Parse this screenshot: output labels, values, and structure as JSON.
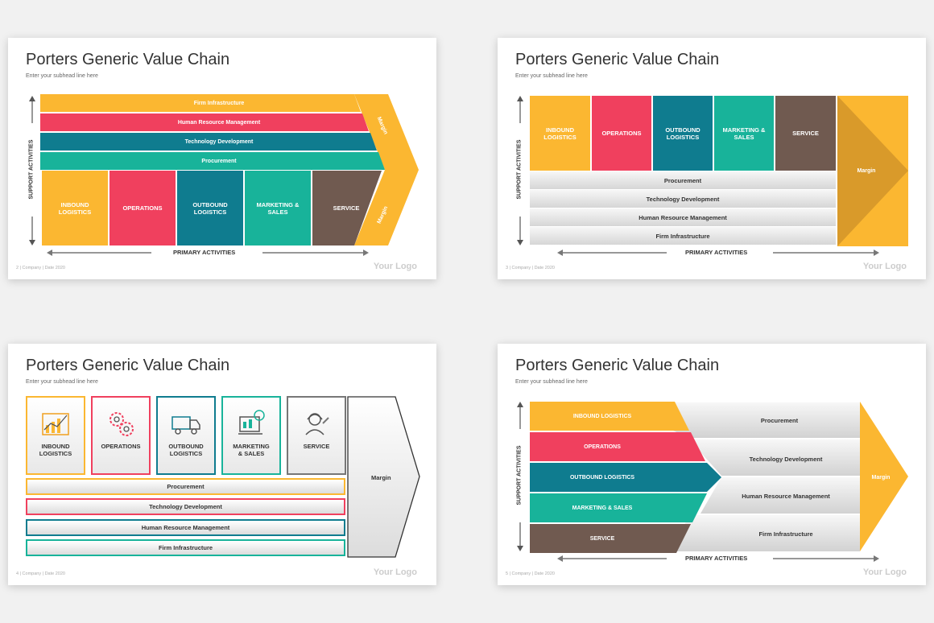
{
  "common": {
    "title": "Porters Generic Value Chain",
    "subhead": "Enter your subhead line here",
    "logo": "Your Logo",
    "support_label": "SUPPORT ACTIVITIES",
    "primary_label": "PRIMARY ACTIVITIES",
    "margin_label": "Margin"
  },
  "colors": {
    "yellow": "#fbb731",
    "red": "#f0405e",
    "teal": "#0f7c8f",
    "green": "#18b39a",
    "brown": "#705a50",
    "grey_arrow": "#e5e5e5"
  },
  "slides": [
    {
      "footer": "2    | Company  | Date 2020",
      "support": [
        "Firm Infrastructure",
        "Human Resource Management",
        "Technology Development",
        "Procurement"
      ],
      "primary": [
        "INBOUND LOGISTICS",
        "OPERATIONS",
        "OUTBOUND LOGISTICS",
        "MARKETING & SALES",
        "SERVICE"
      ]
    },
    {
      "footer": "3    | Company  | Date 2020",
      "primary": [
        "INBOUND LOGISTICS",
        "OPERATIONS",
        "OUTBOUND LOGISTICS",
        "MARKETING & SALES",
        "SERVICE"
      ],
      "support": [
        "Procurement",
        "Technology Development",
        "Human Resource Management",
        "Firm Infrastructure"
      ]
    },
    {
      "footer": "4    | Company  | Date 2020",
      "primary": [
        "INBOUND LOGISTICS",
        "OPERATIONS",
        "OUTBOUND LOGISTICS",
        "MARKETING & SALES",
        "SERVICE"
      ],
      "icons": [
        "chart-icon",
        "gears-icon",
        "truck-icon",
        "marketing-icon",
        "support-agent-icon"
      ],
      "support": [
        "Procurement",
        "Technology Development",
        "Human Resource Management",
        "Firm Infrastructure"
      ]
    },
    {
      "footer": "5    | Company  | Date 2020",
      "primary": [
        "INBOUND  LOGISTICS",
        "OPERATIONS",
        "OUTBOUND LOGISTICS",
        "MARKETING & SALES",
        "SERVICE"
      ],
      "support": [
        "Procurement",
        "Technology Development",
        "Human Resource Management",
        "Firm Infrastructure"
      ]
    }
  ]
}
